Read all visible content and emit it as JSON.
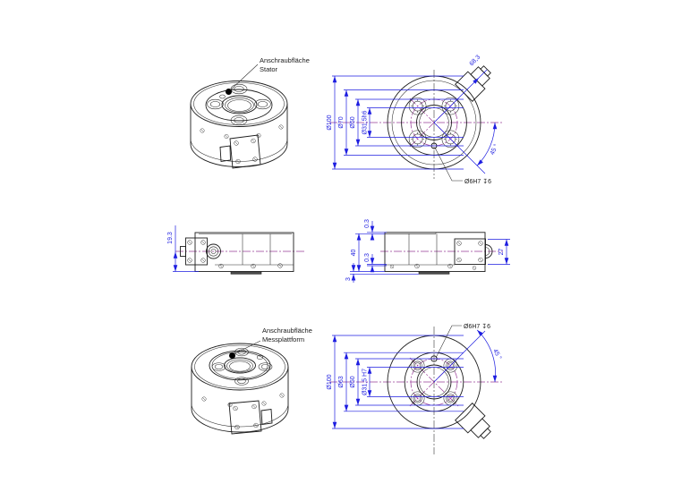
{
  "drawing": {
    "iso_stator": {
      "label_line1": "Anschraubfläche",
      "label_line2": "Stator"
    },
    "iso_mess": {
      "label_line1": "Anschraubfläche",
      "label_line2": "Messplattform"
    },
    "top_view": {
      "d100": "Ø100",
      "d70": "Ø70",
      "d50": "Ø50",
      "d315": "Ø31,5h6",
      "conn": "68,3",
      "angle": "45 °",
      "pin": "Ø6H7 ↧6"
    },
    "side_left": {
      "h193": "19.3"
    },
    "side_right": {
      "gap_top": "0.3",
      "h40": "40",
      "gap_bot": "0.3",
      "foot": "3",
      "conn": "27"
    },
    "bottom_view": {
      "d100": "Ø100",
      "d63": "Ø63",
      "d50": "Ø50",
      "d315": "Ø31,5 H7",
      "angle": "45 °",
      "pin": "Ø6H7 ↧6"
    },
    "colors": {
      "dimension": "#1d1de0",
      "centerline": "#993d99",
      "edge": "#1c1c1c"
    }
  }
}
